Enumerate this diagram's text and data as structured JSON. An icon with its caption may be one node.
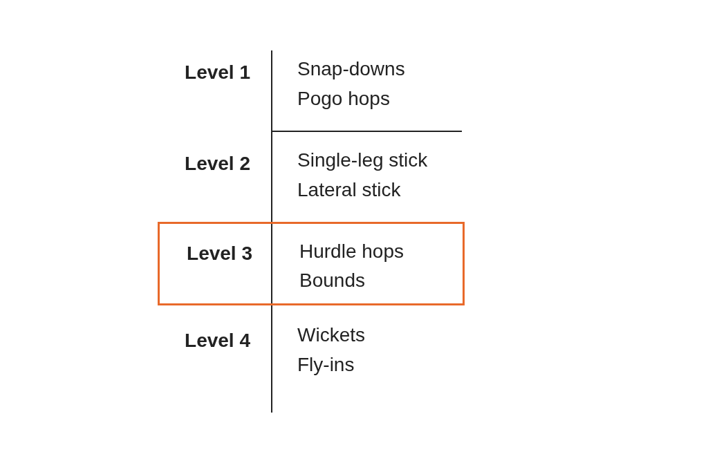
{
  "diagram": {
    "nodes": [
      {
        "text": [
          "Level 3",
          "Hurdle hops",
          "Bounds"
        ]
      }
    ],
    "labels": [
      "Level 1",
      "Snap-downs",
      "Pogo hops",
      "Level 2",
      "Single-leg stick",
      "Lateral stick",
      "Level 4",
      "Wickets",
      "Fly-ins"
    ]
  }
}
